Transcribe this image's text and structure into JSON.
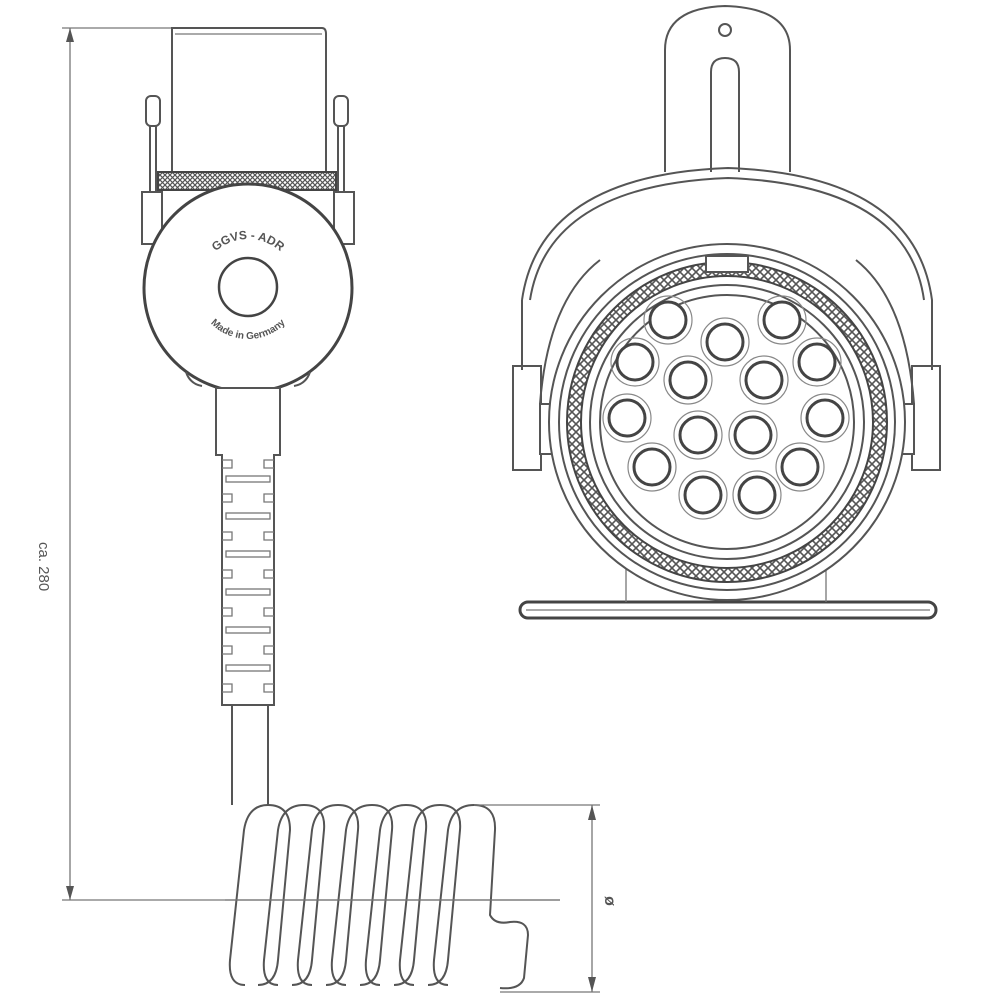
{
  "drawing": {
    "title": "15-pin connector plug with coiled cable — technical drawing",
    "views": [
      "side-view-plug-with-coil",
      "front-view-socket-face"
    ]
  },
  "side_view": {
    "cap_text_top": "GGVS - ADR",
    "cap_text_bottom": "Made in Germany",
    "strain_relief_segments": 7,
    "coil_turns": 7
  },
  "front_view": {
    "pin_count": 15,
    "pin_layout": "outer ring 10 + inner 5"
  },
  "dimensions": {
    "length_label": "ca. 280",
    "coil_diameter_label": "ø"
  },
  "colors": {
    "line": "#555555",
    "background": "#ffffff"
  }
}
